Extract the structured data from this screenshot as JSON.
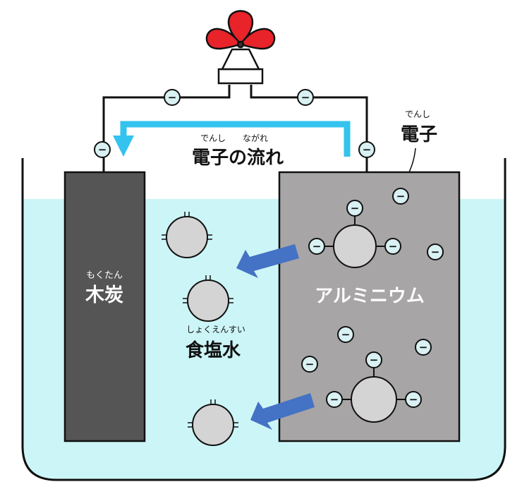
{
  "labels": {
    "flow_ruby": "でんし　　ながれ",
    "flow": "電子の流れ",
    "electron_ruby": "でんし",
    "electron": "電子",
    "charcoal_ruby": "もくたん",
    "charcoal": "木炭",
    "aluminum": "アルミニウム",
    "saltwater_ruby": "しょくえんすい",
    "saltwater": "食塩水"
  },
  "symbols": {
    "electron": "−"
  },
  "colors": {
    "water": "#ccf5f7",
    "charcoal": "#555555",
    "aluminum": "#a7a5a5",
    "flow_arrow": "#33c3ee",
    "ion_arrow": "#4472c4",
    "fan": "#e8232a",
    "ion": "#d4d4d4",
    "electron_fill": "#d9f1f3"
  },
  "icons": {
    "fan": "propeller-fan-icon",
    "flow_arrow": "arrow-left-down-icon",
    "ion_arrow": "arrow-down-left-icon"
  }
}
